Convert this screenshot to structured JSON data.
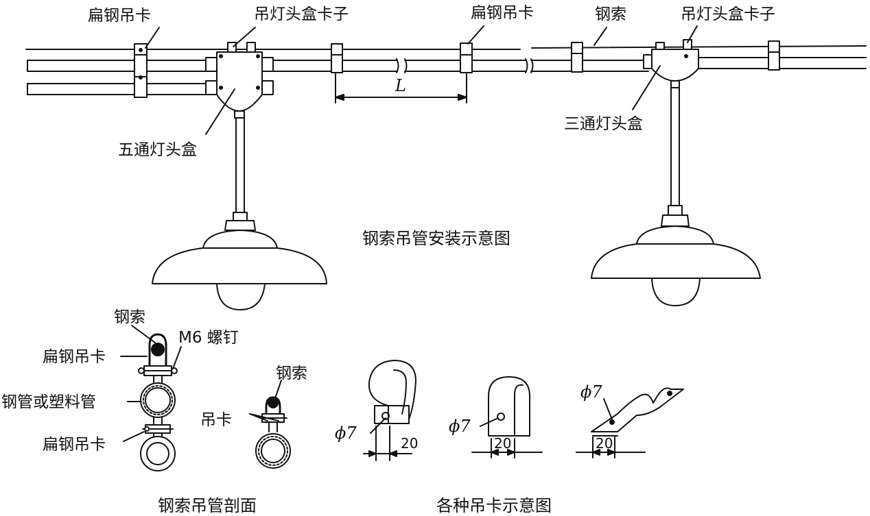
{
  "labels": {
    "flat_clamp_1": "扁钢吊卡",
    "box_clip_1": "吊灯头盒卡子",
    "flat_clamp_2": "扁钢吊卡",
    "cable_top": "钢索",
    "box_clip_2": "吊灯头盒卡子",
    "dim_L": "L",
    "five_way_box": "五通灯头盒",
    "three_way_box": "三通灯头盒",
    "install_title": "钢索吊管安装示意图",
    "sec_cable": "钢索",
    "sec_screw": "M6 螺钉",
    "sec_flat_clamp_top": "扁钢吊卡",
    "sec_pipe": "钢管或塑料管",
    "sec_flat_clamp_bottom": "扁钢吊卡",
    "sec2_cable": "钢索",
    "sec2_hanger": "吊卡",
    "section_title": "钢索吊管剖面",
    "phi7_a": "ϕ7",
    "dim20_a": "20",
    "phi7_b": "ϕ7",
    "dim20_b": "20",
    "phi7_c": "ϕ7",
    "dim20_c": "20",
    "clamps_title": "各种吊卡示意图"
  }
}
